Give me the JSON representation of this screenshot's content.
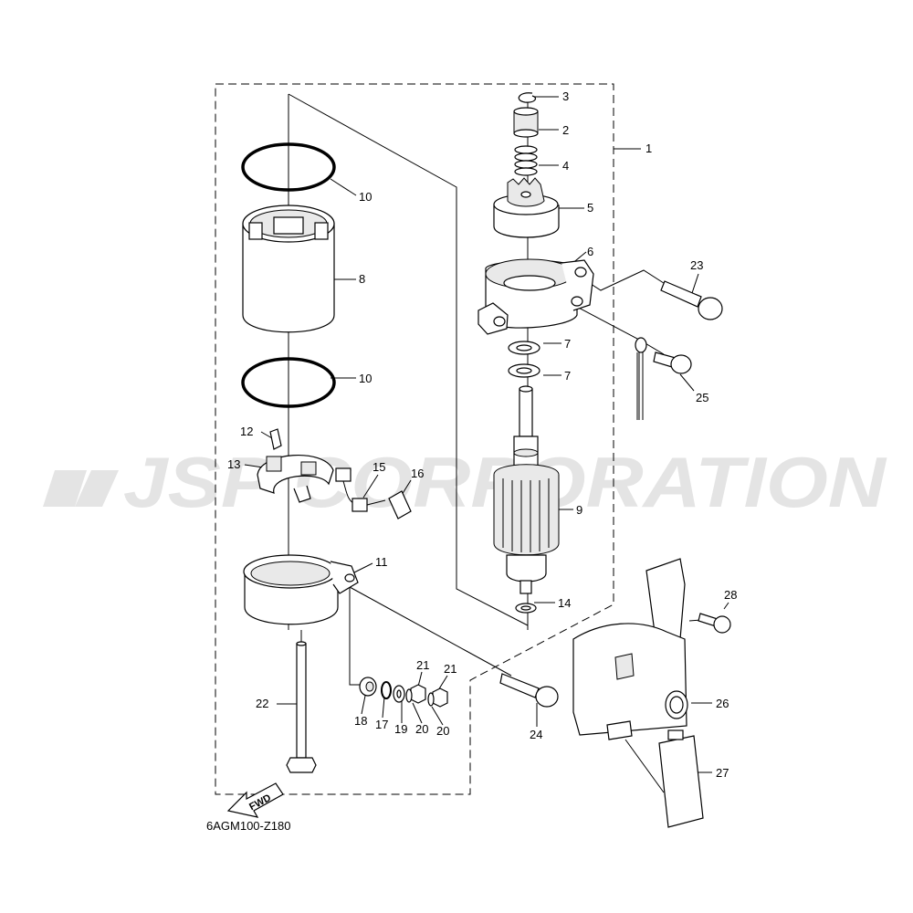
{
  "watermark": "JSP CORPORATION",
  "diagram_code": "6AGM100-Z180",
  "fwd_label": "FWD",
  "callouts": [
    "1",
    "2",
    "3",
    "4",
    "5",
    "6",
    "7",
    "7",
    "8",
    "9",
    "10",
    "10",
    "11",
    "12",
    "13",
    "14",
    "15",
    "16",
    "17",
    "18",
    "19",
    "20",
    "20",
    "21",
    "21",
    "22",
    "23",
    "24",
    "25",
    "26",
    "27",
    "28"
  ]
}
